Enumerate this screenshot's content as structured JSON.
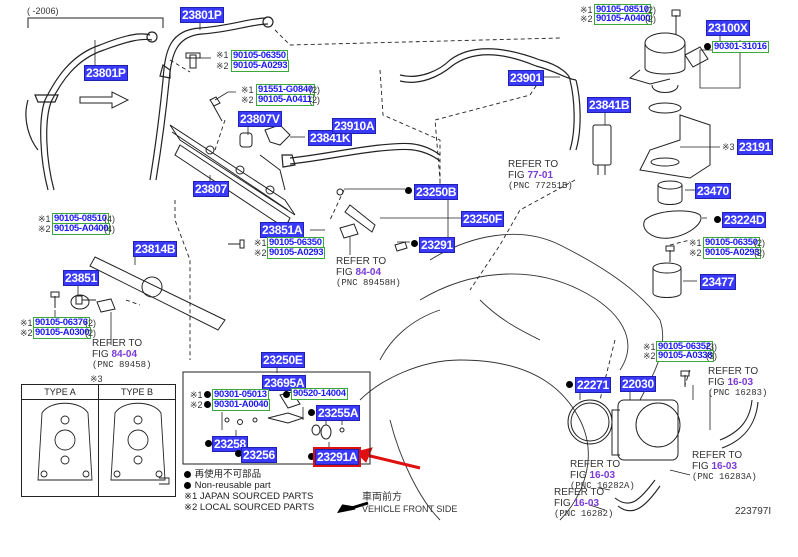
{
  "diagram": {
    "figure_id": "223797I",
    "year_bracket": "(      -2006)",
    "legend": {
      "non_reusable_jp": "再使用不可部品",
      "non_reusable_en": "Non-reusable part",
      "note1": "※1 JAPAN SOURCED PARTS",
      "note2": "※2 LOCAL SOURCED PARTS",
      "direction_jp": "車両前方",
      "direction_en": "VEHICLE FRONT SIDE"
    },
    "type_box": {
      "note": "※3",
      "type_a": "TYPE A",
      "type_b": "TYPE B"
    },
    "markers": {
      "m1": "※1",
      "m2": "※2",
      "m3": "※3"
    },
    "parts": {
      "p23801P_a": "23801P",
      "p23801P_b": "23801P",
      "p23807V": "23807V",
      "p23841K": "23841K",
      "p23910A": "23910A",
      "p23807": "23807",
      "p23901": "23901",
      "p23841B": "23841B",
      "p23100X": "23100X",
      "p23191": "23191",
      "p23470": "23470",
      "p23224D": "23224D",
      "p23477": "23477",
      "p23814B": "23814B",
      "p23851": "23851",
      "p23851A": "23851A",
      "p23250B": "23250B",
      "p23250F": "23250F",
      "p23291": "23291",
      "p23250E": "23250E",
      "p23695A": "23695A",
      "p23255A": "23255A",
      "p23258": "23258",
      "p23256": "23256",
      "p23291A": "23291A",
      "p22271": "22271",
      "p22030": "22030"
    },
    "bolts": {
      "b06350_top": "90105-06350",
      "bA0293_top": "90105-A0293",
      "b91551": "91551-G0840",
      "bA0411": "90105-A0411",
      "b08510_top": "90105-08510",
      "bA0400_top": "90105-A0400",
      "b31016": "90301-31016",
      "b08510_left": "90105-08510",
      "bA0400_left": "90105-A0400",
      "b06376": "90105-06376",
      "bA0300": "90105-A0300",
      "b06350_mid": "90105-06350",
      "bA0293_mid": "90105-A0293",
      "b06350_right": "90105-06350",
      "bA0293_right": "90105-A0293",
      "b06352": "90105-06352",
      "bA0338": "90105-A0338",
      "b05013": "90301-05013",
      "bA0040": "90301-A0040",
      "b14004": "90520-14004"
    },
    "quantities": {
      "q2": "(2)",
      "q3": "(3)",
      "q4": "(4)"
    },
    "refs": [
      {
        "label": "REFER TO",
        "fig_prefix": "FIG",
        "fig": "77-01",
        "pnc": "(PNC 77251B)"
      },
      {
        "label": "REFER TO",
        "fig_prefix": "FIG",
        "fig": "84-04",
        "pnc": "(PNC 89458)"
      },
      {
        "label": "REFER TO",
        "fig_prefix": "FIG",
        "fig": "84-04",
        "pnc": "(PNC 89458H)"
      },
      {
        "label": "REFER TO",
        "fig_prefix": "FIG",
        "fig": "16-03",
        "pnc": "(PNC 16283)"
      },
      {
        "label": "REFER TO",
        "fig_prefix": "FIG",
        "fig": "16-03",
        "pnc": "(PNC 16283A)"
      },
      {
        "label": "REFER TO",
        "fig_prefix": "FIG",
        "fig": "16-03",
        "pnc": "(PNC 16282A)"
      },
      {
        "label": "REFER TO",
        "fig_prefix": "FIG",
        "fig": "16-03",
        "pnc": "(PNC 16282)"
      }
    ],
    "colors": {
      "part_bg": "#3a3aff",
      "bolt_border": "#3aa83a",
      "fig_link": "#7a3ad8",
      "highlight": "#e01010"
    }
  }
}
